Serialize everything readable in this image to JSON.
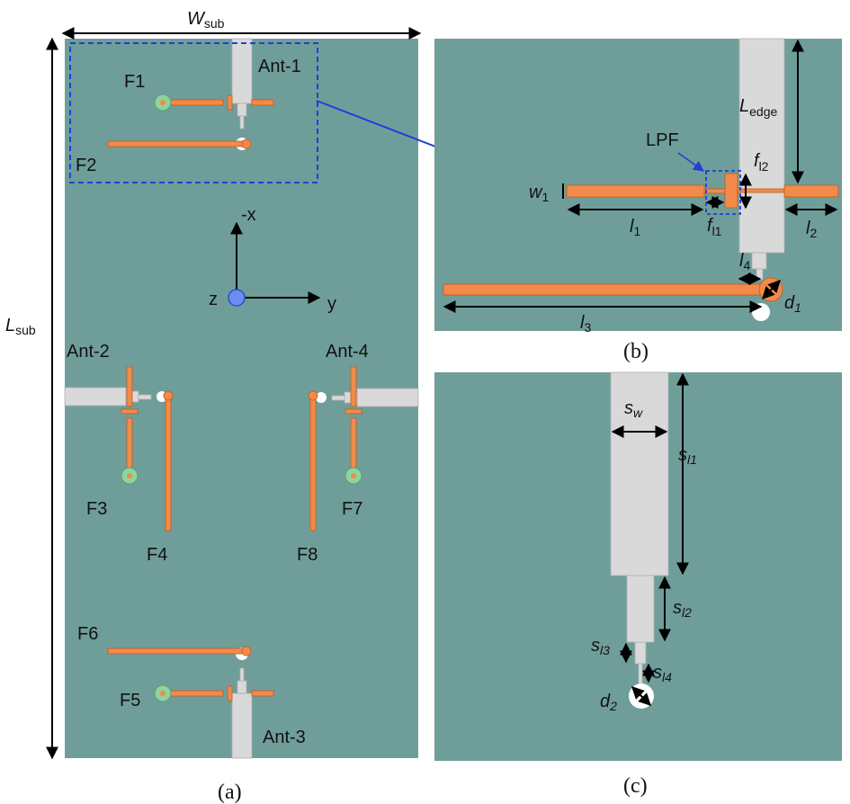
{
  "labels": {
    "W": "W",
    "W_sub": "sub",
    "L": "L",
    "L_sub": "sub",
    "F1": "F1",
    "F2": "F2",
    "F3": "F3",
    "F4": "F4",
    "F5": "F5",
    "F6": "F6",
    "F7": "F7",
    "F8": "F8",
    "ant1": "Ant-1",
    "ant2": "Ant-2",
    "ant3": "Ant-3",
    "ant4": "Ant-4",
    "axis_x": "-x",
    "axis_y": "y",
    "axis_z": "z",
    "LPF": "LPF",
    "L_edge_main": "L",
    "L_edge_sub": "edge",
    "w1": "w",
    "w1_sub": "1",
    "l1": "l",
    "l1_sub": "1",
    "l2": "l",
    "l2_sub": "2",
    "l3": "l",
    "l3_sub": "3",
    "l4": "l",
    "l4_sub": "4",
    "fl1": "f",
    "fl1_sub": "l1",
    "fl2": "f",
    "fl2_sub": "l2",
    "d1": "d",
    "d1_sub": "1",
    "d2": "d",
    "d2_sub": "2",
    "sw": "s",
    "sw_sub": "w",
    "sl1": "s",
    "sl1_sub": "l1",
    "sl2": "s",
    "sl2_sub": "l2",
    "sl3": "s",
    "sl3_sub": "l3",
    "sl4": "s",
    "sl4_sub": "l4"
  },
  "captions": {
    "a": "(a)",
    "b": "(b)",
    "c": "(c)"
  },
  "colors": {
    "substrate": "#6f9e9a",
    "copper": "#f28a4a",
    "ground": "#d9d9d9",
    "highlight": "#1f3fd6",
    "via_ring": "#8ed3a0",
    "origin": "#6a8ff0"
  }
}
